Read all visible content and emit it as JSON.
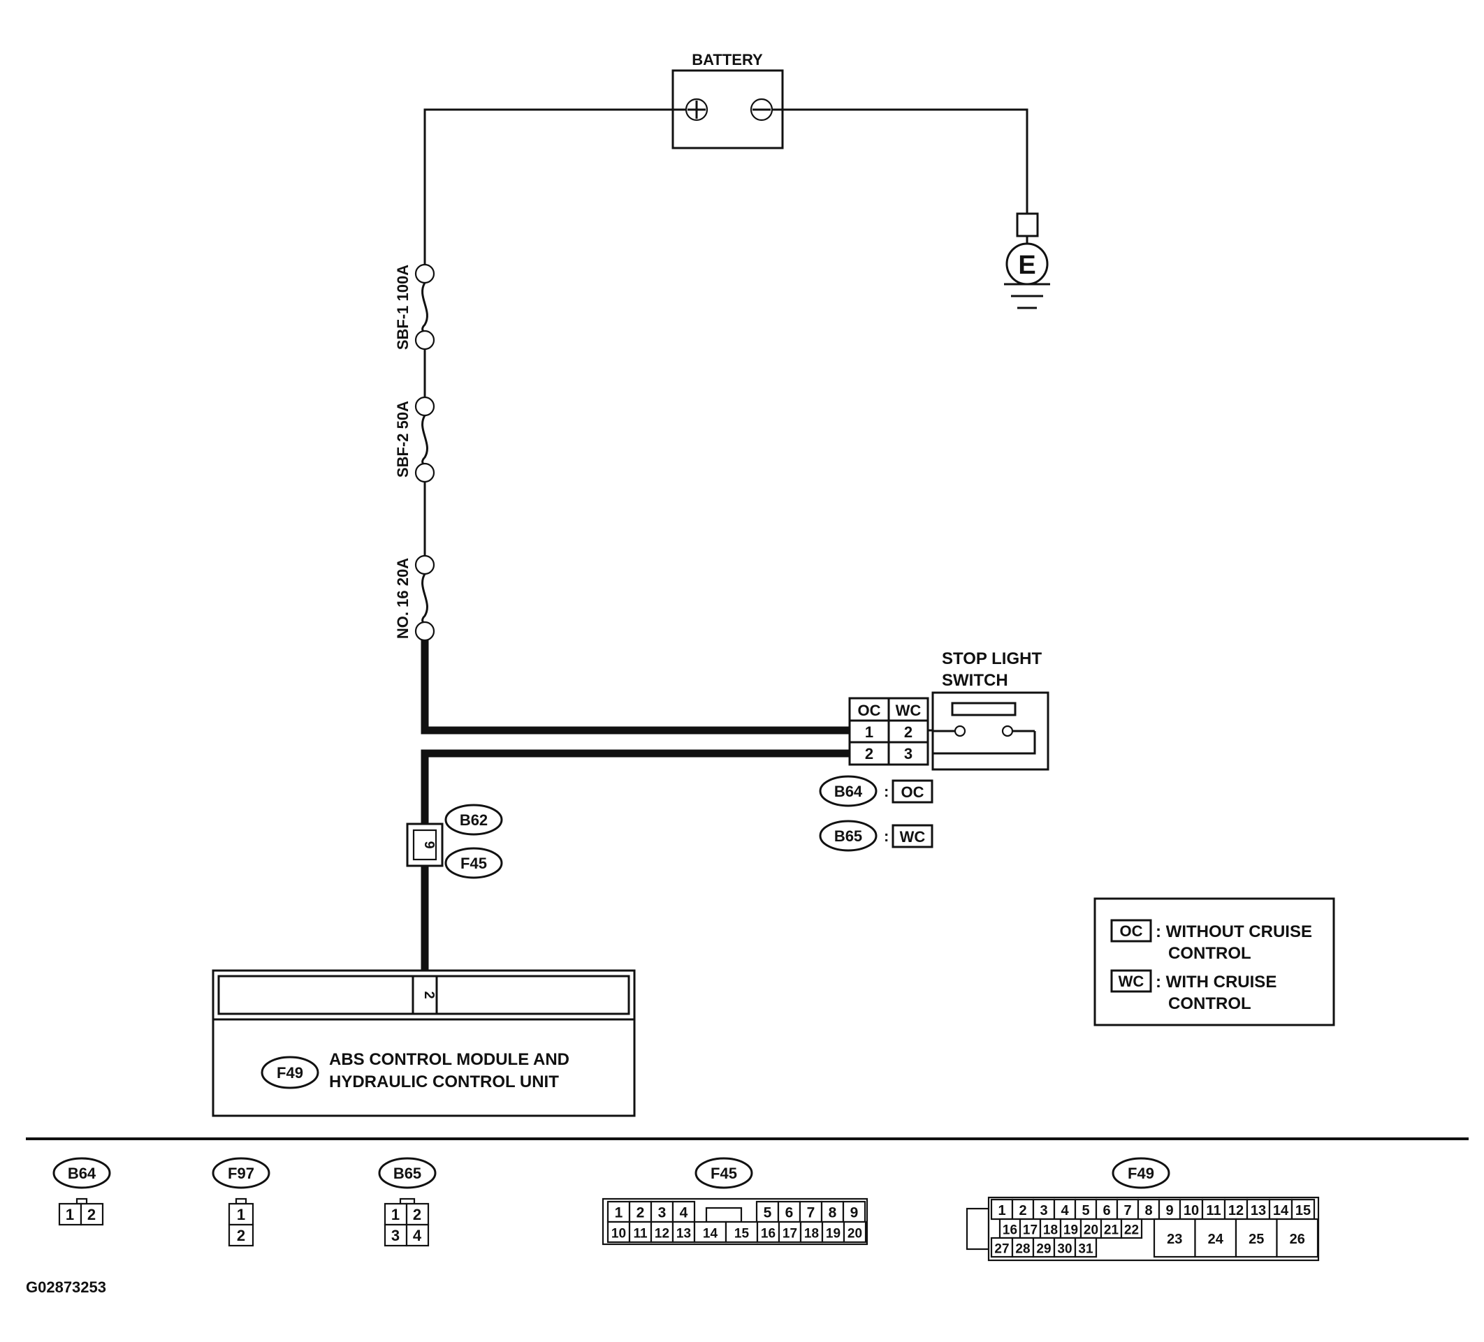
{
  "battery": {
    "label": "BATTERY",
    "plus": "+",
    "minus": "−"
  },
  "ground": {
    "label": "E"
  },
  "fuses": [
    {
      "label": "SBF-1 100A"
    },
    {
      "label": "SBF-2 50A"
    },
    {
      "label": "NO. 16 20A"
    }
  ],
  "stop_light_switch": {
    "label_line1": "STOP LIGHT",
    "label_line2": "SWITCH",
    "col_oc": "OC",
    "col_wc": "WC",
    "oc_pin_a": "1",
    "wc_pin_a": "2",
    "oc_pin_b": "2",
    "wc_pin_b": "3"
  },
  "switch_connectors": [
    {
      "id": "B64",
      "variant": "OC"
    },
    {
      "id": "B65",
      "variant": "WC"
    }
  ],
  "inline_connector": {
    "top_id": "B62",
    "bottom_id": "F45",
    "pin": "9"
  },
  "abs_module": {
    "id": "F49",
    "pin": "2",
    "label_line1": "ABS CONTROL MODULE AND",
    "label_line2": "HYDRAULIC CONTROL UNIT"
  },
  "legend": {
    "oc_code": "OC",
    "oc_line1": ": WITHOUT CRUISE",
    "oc_line2": "CONTROL",
    "wc_code": "WC",
    "wc_line1": ": WITH CRUISE",
    "wc_line2": "CONTROL"
  },
  "connector_views": {
    "b64": {
      "id": "B64",
      "pins": [
        "1",
        "2"
      ]
    },
    "f97": {
      "id": "F97",
      "pins": [
        "1",
        "2"
      ]
    },
    "b65": {
      "id": "B65",
      "pins": [
        "1",
        "2",
        "3",
        "4"
      ]
    },
    "f45": {
      "id": "F45",
      "top_left": [
        "1",
        "2",
        "3",
        "4"
      ],
      "top_right": [
        "5",
        "6",
        "7",
        "8",
        "9"
      ],
      "bottom": [
        "10",
        "11",
        "12",
        "13",
        "14",
        "15",
        "16",
        "17",
        "18",
        "19",
        "20"
      ]
    },
    "f49": {
      "id": "F49",
      "row1": [
        "1",
        "2",
        "3",
        "4",
        "5",
        "6",
        "7",
        "8",
        "9",
        "10",
        "11",
        "12",
        "13",
        "14",
        "15"
      ],
      "row2": [
        "16",
        "17",
        "18",
        "19",
        "20",
        "21",
        "22"
      ],
      "row3": [
        "27",
        "28",
        "29",
        "30",
        "31"
      ],
      "large": [
        "23",
        "24",
        "25",
        "26"
      ]
    }
  },
  "figure_code": "G02873253"
}
